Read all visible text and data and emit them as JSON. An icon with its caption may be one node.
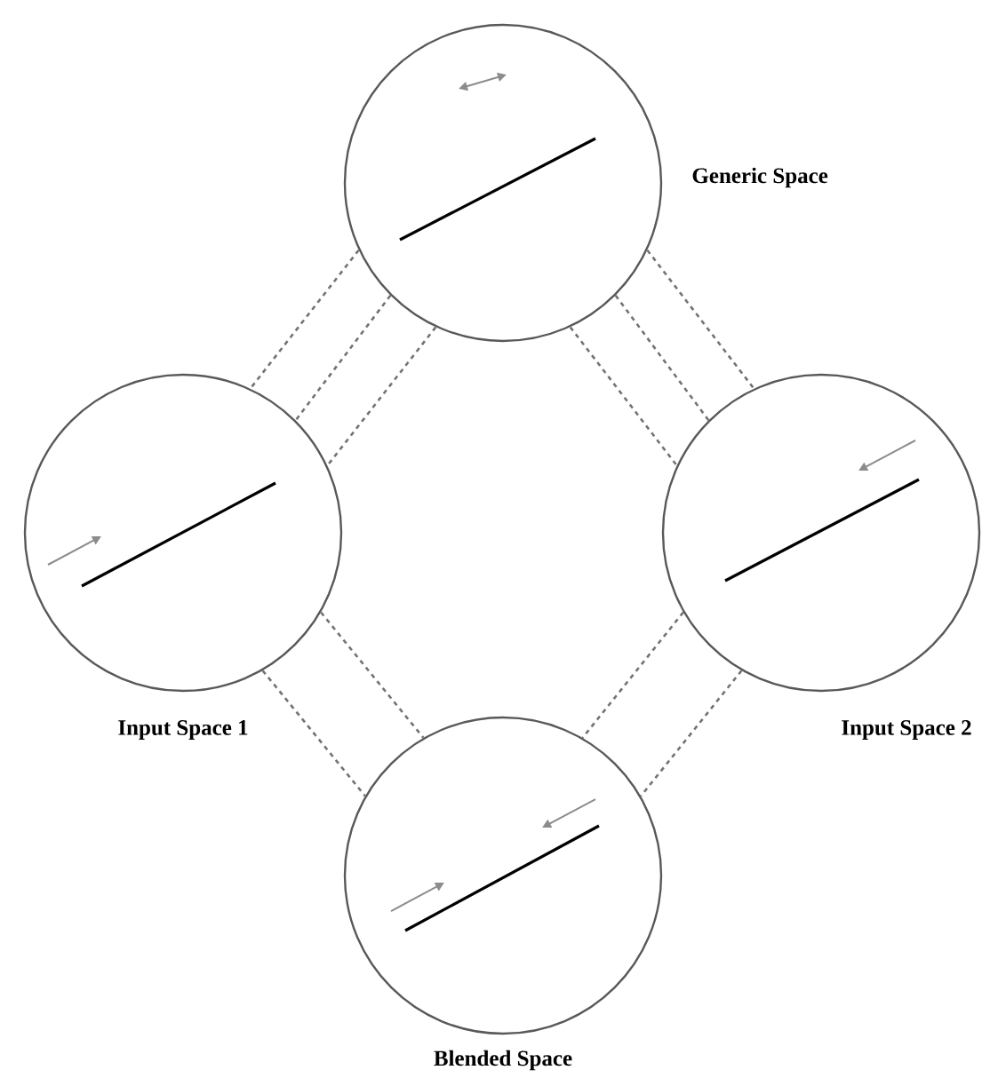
{
  "diagram": {
    "nodes": [
      {
        "text": [],
        "shape": "circle",
        "beside": [
          "Generic Space"
        ]
      },
      {
        "text": [],
        "shape": "circle",
        "beside": [
          "Input Space 1"
        ]
      },
      {
        "text": [],
        "shape": "circle",
        "beside": [
          "Input Space 2"
        ]
      },
      {
        "text": [],
        "shape": "circle",
        "beside": [
          "Blended Space"
        ]
      }
    ],
    "edges": [
      {
        "from": 0,
        "to": 1,
        "arrow": "none",
        "style": "dashed"
      },
      {
        "from": 0,
        "to": 1,
        "arrow": "none",
        "style": "dashed"
      },
      {
        "from": 0,
        "to": 1,
        "arrow": "none",
        "style": "dashed"
      },
      {
        "from": 0,
        "to": 2,
        "arrow": "none",
        "style": "dashed"
      },
      {
        "from": 0,
        "to": 2,
        "arrow": "none",
        "style": "dashed"
      },
      {
        "from": 0,
        "to": 2,
        "arrow": "none",
        "style": "dashed"
      },
      {
        "from": 1,
        "to": 3,
        "arrow": "none",
        "style": "dashed"
      },
      {
        "from": 1,
        "to": 3,
        "arrow": "none",
        "style": "dashed"
      },
      {
        "from": 2,
        "to": 3,
        "arrow": "none",
        "style": "dashed"
      },
      {
        "from": 2,
        "to": 3,
        "arrow": "none",
        "style": "dashed"
      }
    ]
  }
}
